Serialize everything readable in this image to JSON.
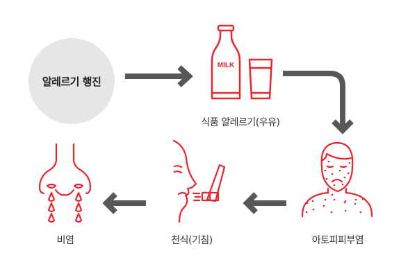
{
  "colors": {
    "accent": "#e8242c",
    "arrow": "#58585a",
    "circle": "#e6e6e8"
  },
  "start": {
    "label": "알레르기 행진"
  },
  "steps": [
    {
      "label": "식품 알레르기(우유)",
      "icon": "milk-bottle-glass-icon",
      "bottle_text": "MILK"
    },
    {
      "label": "아토피피부염",
      "icon": "rash-person-icon"
    },
    {
      "label": "천식(기침)",
      "icon": "asthma-inhaler-icon"
    },
    {
      "label": "비염",
      "icon": "runny-nose-icon"
    }
  ]
}
